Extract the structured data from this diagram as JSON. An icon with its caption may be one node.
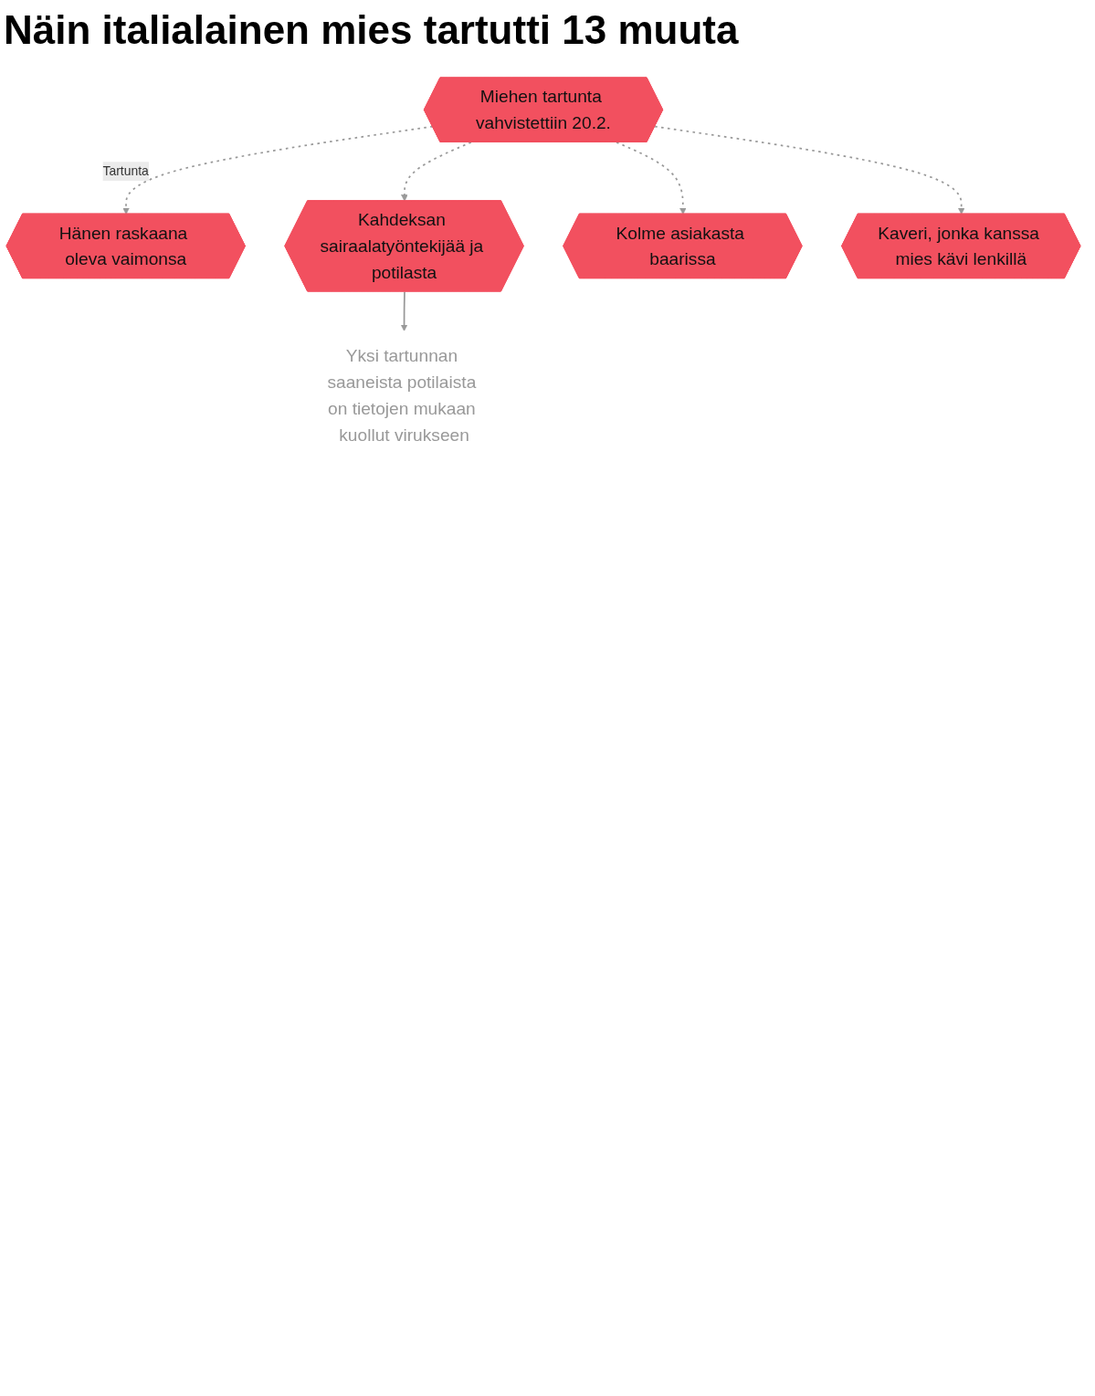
{
  "diagram": {
    "title": "Näin italialainen mies tartutti 13 muuta",
    "nodes": [
      {
        "text": [
          "Miehen tartunta vahvistettiin 20.2."
        ]
      },
      {
        "text": [
          "Hänen raskaana oleva vaimonsa"
        ]
      },
      {
        "text": [
          "Kahdeksan sairaalatyöntekijää ja potilasta"
        ]
      },
      {
        "text": [
          "Kolme asiakasta baarissa"
        ]
      },
      {
        "text": [
          "Kaveri, jonka kanssa mies kävi lenkillä"
        ]
      },
      {
        "text": [
          "Yksi tartunnan saaneista potilaista on tietojen mukaan kuollut virukseen"
        ]
      }
    ],
    "edges": [
      {
        "from": 0,
        "to": 1,
        "arrow": "to",
        "label": "Tartunta",
        "style": "dashed"
      },
      {
        "from": 0,
        "to": 2,
        "arrow": "to",
        "style": "dashed"
      },
      {
        "from": 0,
        "to": 3,
        "arrow": "to",
        "style": "dashed"
      },
      {
        "from": 0,
        "to": 4,
        "arrow": "to",
        "style": "dashed"
      },
      {
        "from": 2,
        "to": 5,
        "arrow": "to"
      }
    ]
  }
}
